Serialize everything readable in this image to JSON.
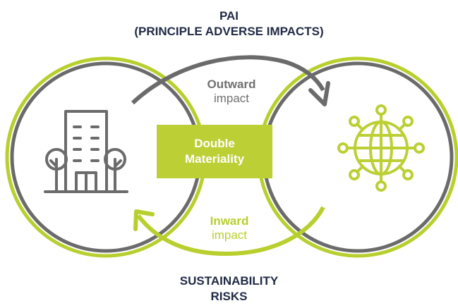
{
  "title_top": {
    "line1": "PAI",
    "line2": "(PRINCIPLE ADVERSE IMPACTS)"
  },
  "center_box": {
    "line1": "Double",
    "line2": "Materiality"
  },
  "outward": {
    "strong": "Outward",
    "weak": "impact"
  },
  "inward": {
    "strong": "Inward",
    "weak": "impact"
  },
  "title_bottom": {
    "line1": "SUSTAINABILITY",
    "line2": "RISKS"
  },
  "icons": {
    "left": "building-trees-icon",
    "right": "globe-network-icon"
  },
  "colors": {
    "navy": "#1f2a44",
    "gray": "#707070",
    "lime": "#b8cf2e",
    "lime_fill": "#bccf35"
  }
}
